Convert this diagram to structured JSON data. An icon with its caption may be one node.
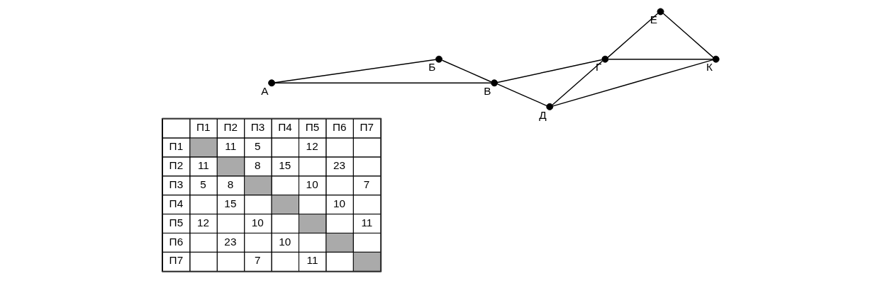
{
  "diagram": {
    "nodes": [
      {
        "text": [
          "А"
        ]
      },
      {
        "text": [
          "Б"
        ]
      },
      {
        "text": [
          "В"
        ]
      },
      {
        "text": [
          "Г"
        ]
      },
      {
        "text": [
          "Д"
        ]
      },
      {
        "text": [
          "Е"
        ]
      },
      {
        "text": [
          "К"
        ]
      }
    ],
    "edges": [
      {
        "from": 0,
        "to": 1,
        "arrow": "none"
      },
      {
        "from": 0,
        "to": 2,
        "arrow": "none"
      },
      {
        "from": 1,
        "to": 2,
        "arrow": "none"
      },
      {
        "from": 2,
        "to": 3,
        "arrow": "none"
      },
      {
        "from": 2,
        "to": 4,
        "arrow": "none"
      },
      {
        "from": 3,
        "to": 5,
        "arrow": "none"
      },
      {
        "from": 3,
        "to": 6,
        "arrow": "none"
      },
      {
        "from": 4,
        "to": 3,
        "arrow": "none"
      },
      {
        "from": 5,
        "to": 6,
        "arrow": "none"
      },
      {
        "from": 4,
        "to": 6,
        "arrow": "none"
      }
    ],
    "labels": [
      "П1",
      "П2",
      "П3",
      "П4",
      "П5",
      "П6",
      "П7",
      "П1",
      "11",
      "5",
      "12",
      "П2",
      "11",
      "8",
      "15",
      "23",
      "П3",
      "5",
      "8",
      "10",
      "7",
      "П4",
      "15",
      "10",
      "П5",
      "12",
      "10",
      "11",
      "П6",
      "23",
      "10",
      "П7",
      "7",
      "11"
    ]
  }
}
